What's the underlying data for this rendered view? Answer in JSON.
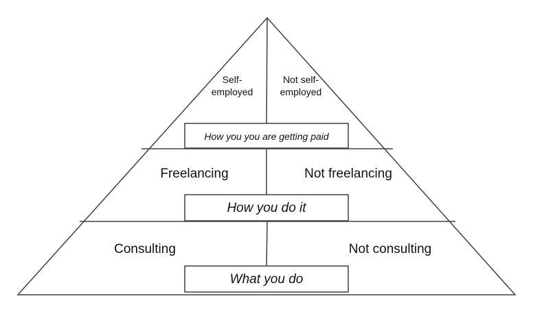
{
  "diagram": {
    "tiers": [
      {
        "left_label_lines": [
          "Self-",
          "employed"
        ],
        "right_label_lines": [
          "Not self-",
          "employed"
        ],
        "box_label": "How you you are getting paid"
      },
      {
        "left_label": "Freelancing",
        "right_label": "Not freelancing",
        "box_label": "How you do it"
      },
      {
        "left_label": "Consulting",
        "right_label": "Not consulting",
        "box_label": "What you do"
      }
    ],
    "colors": {
      "stroke": "#404040",
      "text": "#111111",
      "box_fill": "#ffffff",
      "background": "#ffffff"
    }
  }
}
